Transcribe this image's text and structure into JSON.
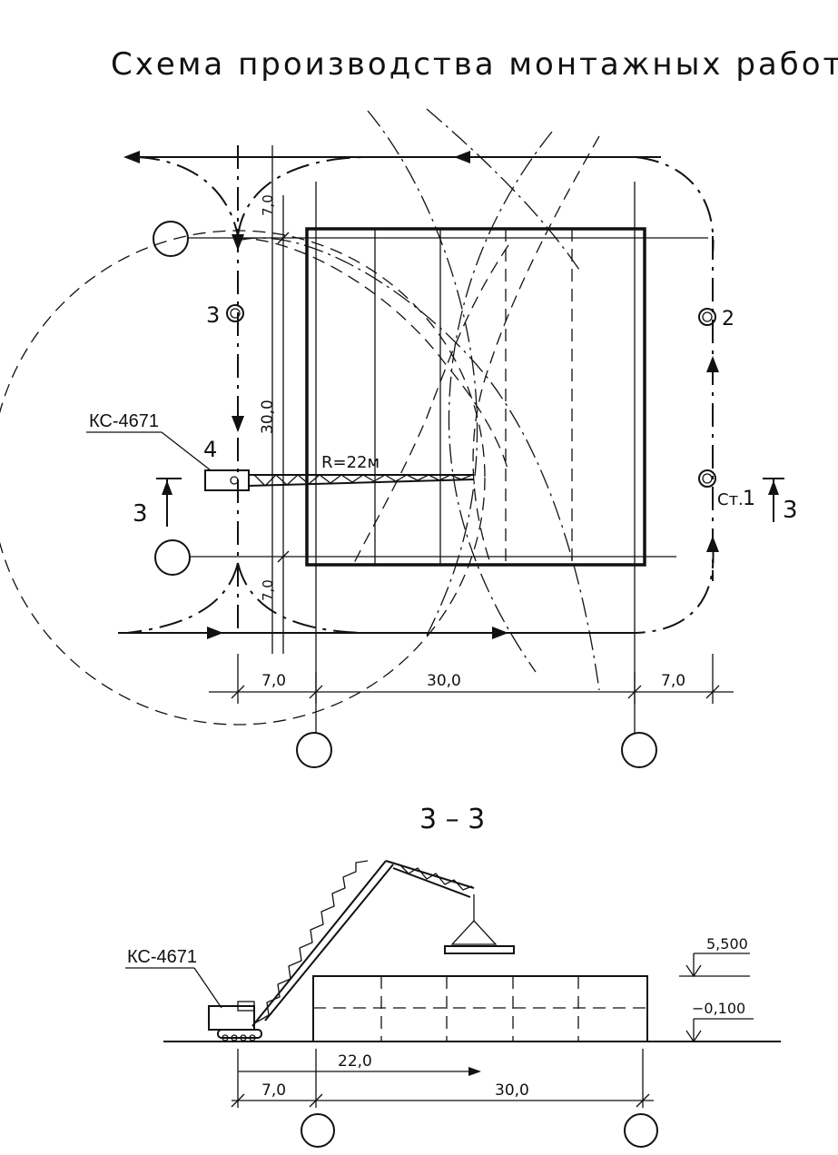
{
  "title": "Схема производства монтажных работ",
  "crane": {
    "model_top": "КС-4671",
    "model_bottom": "КС-4671"
  },
  "plan": {
    "radius_label": "R=22м",
    "stand_numbers": [
      "1",
      "2",
      "3",
      "4"
    ],
    "stand_1_prefix": "Ст.",
    "section_mark": "3",
    "dims": {
      "left": "7,0",
      "middle": "30,0",
      "right": "7,0",
      "top_side": "7,0",
      "vertical": "30,0",
      "bottom_side": "7,0"
    }
  },
  "section": {
    "title": "3 – 3",
    "level_top": "5,500",
    "level_bottom": "−0,100",
    "dims": {
      "reach": "22,0",
      "left": "7,0",
      "span": "30,0"
    }
  }
}
